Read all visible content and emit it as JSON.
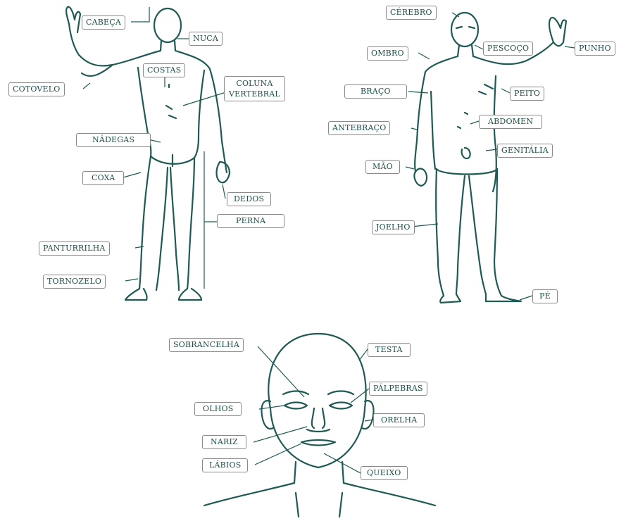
{
  "colors": {
    "ink": "#1f5a54",
    "label_border": "#8a8a8a",
    "label_text": "#1e4f4a"
  },
  "back_view": {
    "cabeca": "CABEÇA",
    "nuca": "NUCA",
    "costas": "COSTAS",
    "cotovelo": "COTOVELO",
    "coluna_1": "COLUNA",
    "coluna_2": "VERTEBRAL",
    "nadegas": "NÁDEGAS",
    "coxa": "COXA",
    "dedos": "DEDOS",
    "perna": "PERNA",
    "panturrilha": "PANTURRILHA",
    "tornozelo": "TORNOZELO"
  },
  "front_view": {
    "cerebro": "CÉREBRO",
    "pescoco": "PESCOÇO",
    "punho": "PUNHO",
    "ombro": "OMBRO",
    "braco": "BRAÇO",
    "peito": "PEITO",
    "antebraco": "ANTEBRAÇO",
    "abdomen": "ABDOMEN",
    "genitalia": "GENITÁLIA",
    "mao": "MÃO",
    "joelho": "JOELHO",
    "pe": "PÉ"
  },
  "face_view": {
    "sobrancelha": "SOBRANCELHA",
    "testa": "TESTA",
    "palpebras": "PÁLPEBRAS",
    "olhos": "OLHOS",
    "orelha": "ORELHA",
    "nariz": "NARIZ",
    "labios": "LÁBIOS",
    "queixo": "QUEIXO"
  }
}
